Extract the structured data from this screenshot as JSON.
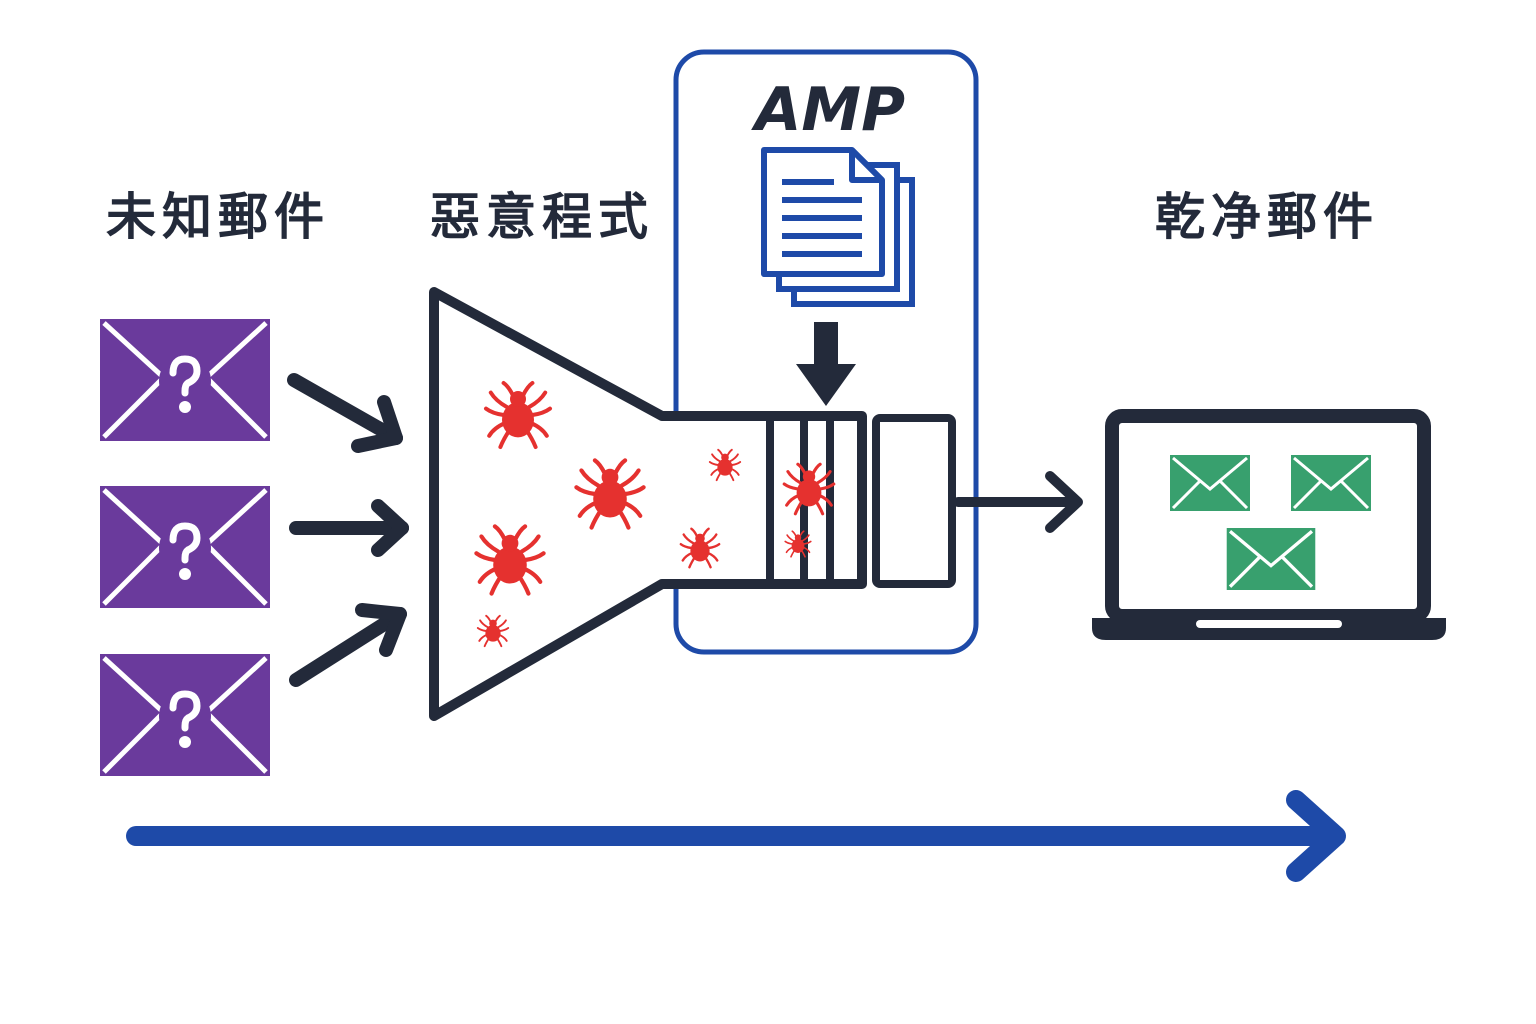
{
  "labels": {
    "unknown_mail": "未知郵件",
    "malware": "惡意程式",
    "clean_mail": "乾净郵件",
    "amp": "AMP"
  },
  "colors": {
    "dark": "#232a3a",
    "blue": "#1e4aa8",
    "purple": "#6a3a9c",
    "green": "#38a06e",
    "red": "#e5312f"
  },
  "icons": {
    "unknown_mail": "envelope-question-icon",
    "malware": "bug-icon",
    "amp_document": "document-stack-icon",
    "clean_mail": "envelope-icon",
    "device": "laptop-icon"
  }
}
